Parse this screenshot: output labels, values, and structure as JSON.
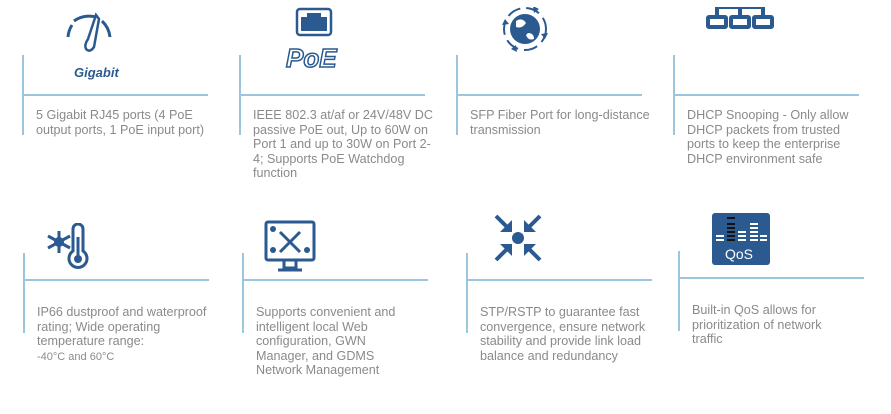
{
  "accent_color": "#2a5a8f",
  "features": [
    {
      "icon": "gigabit-speedometer-icon",
      "icon_label": "Gigabit",
      "text": "5 Gigabit RJ45 ports (4 PoE output ports, 1 PoE input port)"
    },
    {
      "icon": "poe-ethernet-icon",
      "icon_label": "PoE",
      "text": "IEEE 802.3 at/af or 24V/48V DC passive PoE out, Up to 60W on Port 1 and up to 30W on Port 2-4; Supports PoE Watchdog function"
    },
    {
      "icon": "globe-fiber-icon",
      "text": "SFP Fiber Port for long-distance transmission"
    },
    {
      "icon": "network-hierarchy-icon",
      "text": "DHCP Snooping - Only allow DHCP packets from trusted ports to keep the enterprise DHCP environment safe"
    },
    {
      "icon": "snowflake-thermometer-icon",
      "text": "IP66 dustproof and waterproof rating; Wide operating temperature range:",
      "text2": "-40°C and 60°C"
    },
    {
      "icon": "monitor-tools-icon",
      "text": "Supports convenient and intelligent local Web configuration, GWN Manager, and GDMS Network Management"
    },
    {
      "icon": "converge-arrows-icon",
      "text": "STP/RSTP to guarantee fast convergence, ensure network stability and provide link load balance and redundancy"
    },
    {
      "icon": "qos-equalizer-icon",
      "icon_label": "QoS",
      "text": "Built-in QoS allows for prioritization of network traffic"
    }
  ]
}
